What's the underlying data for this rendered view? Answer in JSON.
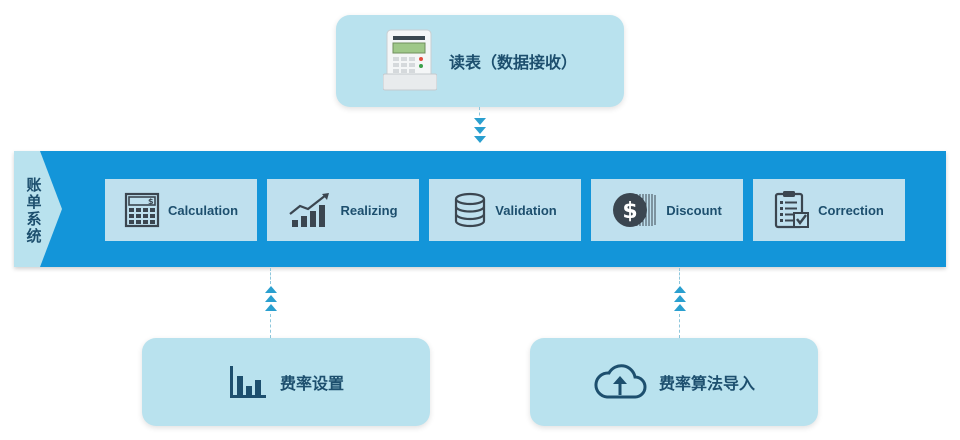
{
  "top": {
    "label": "读表（数据接收）",
    "icon": "smart-meter-icon"
  },
  "band": {
    "label": "账单系统",
    "modules": [
      {
        "label": "Calculation",
        "icon": "calculator-icon"
      },
      {
        "label": "Realizing",
        "icon": "rising-bar-chart-icon"
      },
      {
        "label": "Validation",
        "icon": "database-stack-icon"
      },
      {
        "label": "Discount",
        "icon": "dollar-coin-icon"
      },
      {
        "label": "Correction",
        "icon": "checklist-icon"
      }
    ]
  },
  "bottom_left": {
    "label": "费率设置",
    "icon": "bar-chart-icon"
  },
  "bottom_right": {
    "label": "费率算法导入",
    "icon": "cloud-upload-icon"
  },
  "colors": {
    "band": "#1395d9",
    "box": "#b9e2ee",
    "module": "#bfe0ee",
    "text": "#1d4f6e",
    "arrow": "#2a9fcf"
  }
}
